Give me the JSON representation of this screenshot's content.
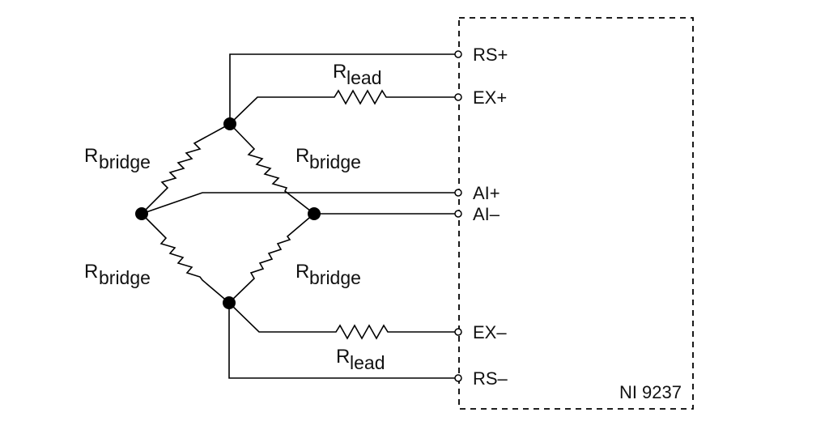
{
  "diagram": {
    "title": "NI 9237 full-bridge remote sense wiring",
    "module_label": "NI 9237",
    "terminals": [
      {
        "id": "rs_plus",
        "label": "RS+"
      },
      {
        "id": "ex_plus",
        "label": "EX+"
      },
      {
        "id": "ai_plus",
        "label": "AI+"
      },
      {
        "id": "ai_minus",
        "label": "AI–"
      },
      {
        "id": "ex_minus",
        "label": "EX–"
      },
      {
        "id": "rs_minus",
        "label": "RS–"
      }
    ],
    "resistors": [
      {
        "id": "r_lead_top",
        "main": "R",
        "sub": "lead"
      },
      {
        "id": "r_bridge_top_left",
        "main": "R",
        "sub": "bridge"
      },
      {
        "id": "r_bridge_top_right",
        "main": "R",
        "sub": "bridge"
      },
      {
        "id": "r_bridge_bottom_left",
        "main": "R",
        "sub": "bridge"
      },
      {
        "id": "r_bridge_bottom_right",
        "main": "R",
        "sub": "bridge"
      },
      {
        "id": "r_lead_bottom",
        "main": "R",
        "sub": "lead"
      }
    ],
    "colors": {
      "line": "#000000",
      "background": "#ffffff",
      "text": "#111111"
    }
  }
}
